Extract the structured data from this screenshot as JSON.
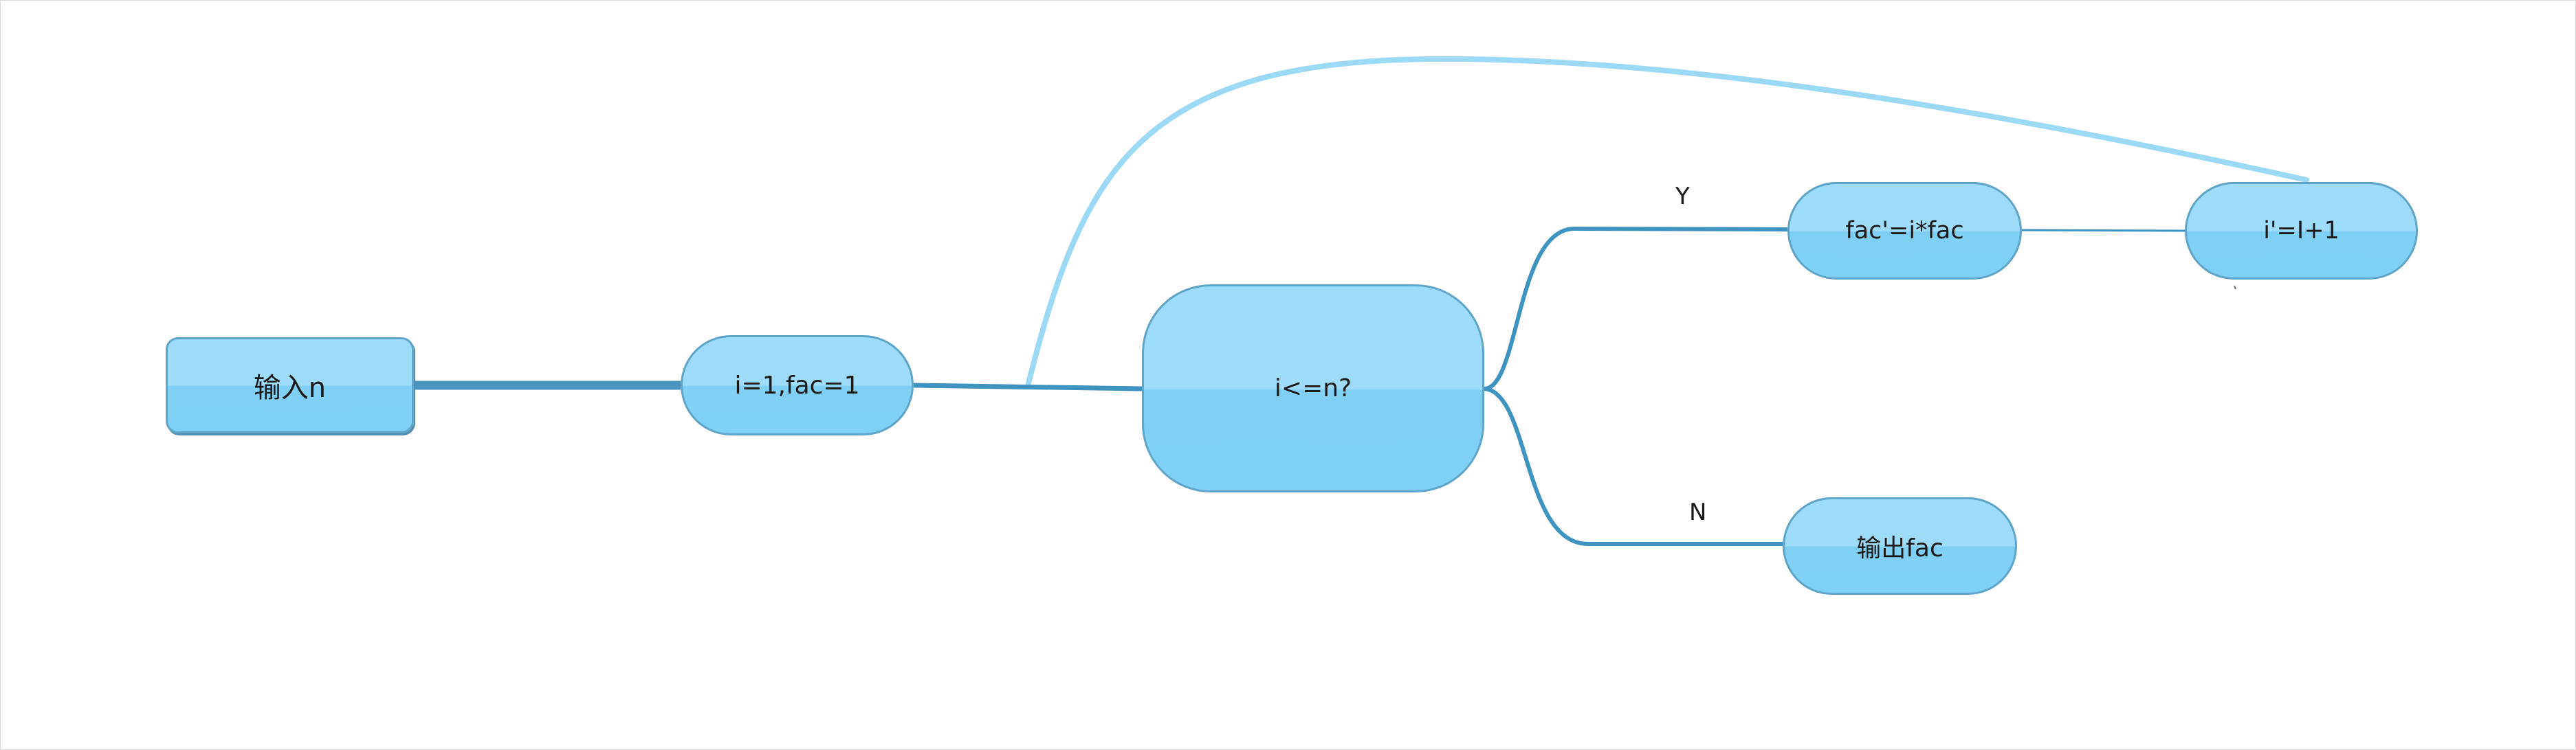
{
  "diagram": {
    "nodes": {
      "input": "输入n",
      "init": "i=1,fac=1",
      "condition": "i<=n?",
      "multiply": "fac'=i*fac",
      "increment": "i'=I+1",
      "output": "输出fac"
    },
    "edge_labels": {
      "yes": "Y",
      "no": "N"
    },
    "colors": {
      "node_fill_top": "#9ddcfb",
      "node_fill_bottom": "#7fd0f6",
      "node_border": "#5fa4c9",
      "link": "#3f93c0",
      "loop_link": "#9bd9f5"
    }
  }
}
